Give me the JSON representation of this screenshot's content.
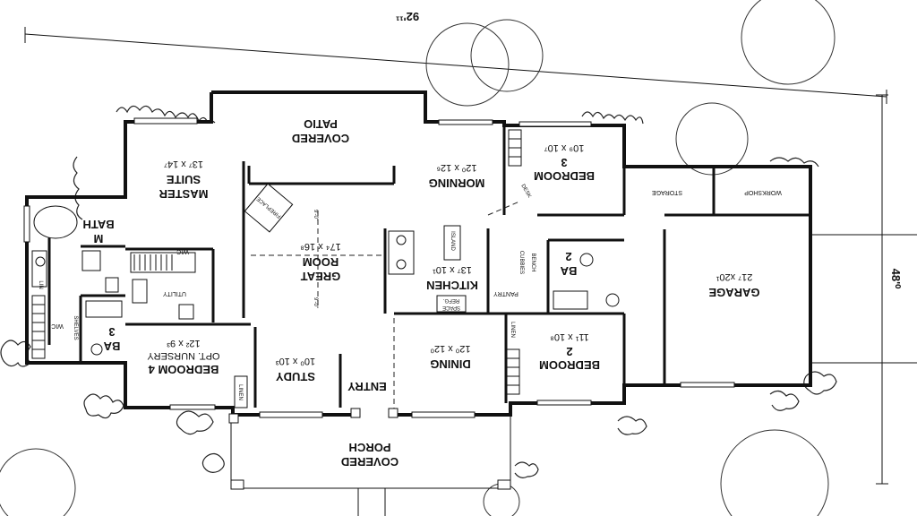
{
  "plan": {
    "overall_width": "92'¹¹",
    "overall_depth": "48'⁰"
  },
  "rooms": {
    "covered_patio": {
      "line1": "COVERED",
      "line2": "PATIO"
    },
    "master_suite": {
      "line1": "MASTER",
      "line2": "SUITE",
      "size": "13⁷ x 14⁷"
    },
    "morning": {
      "name": "MORNING",
      "size": "12⁰ x 12⁶"
    },
    "bedroom3": {
      "line1": "BEDROOM",
      "line2": "3",
      "size": "10⁹ x 10⁷"
    },
    "great_room": {
      "line1": "GREAT",
      "line2": "ROOM",
      "size": "17⁴ x 16⁸"
    },
    "kitchen": {
      "name": "KITCHEN",
      "size": "13⁷ x 10¹"
    },
    "m_bath": {
      "line1": "M",
      "line2": "BATH"
    },
    "ba2": {
      "line1": "BA",
      "line2": "2"
    },
    "garage": {
      "name": "GARAGE",
      "size": "21⁷ x20¹"
    },
    "ba3": {
      "line1": "BA",
      "line2": "3"
    },
    "bedroom4": {
      "line1": "BEDROOM 4",
      "line2": "OPT. NURSERY",
      "size": "12² x 9³"
    },
    "study": {
      "name": "STUDY",
      "size": "10⁰ x 10³"
    },
    "entry": {
      "name": "ENTRY"
    },
    "dining": {
      "name": "DINING",
      "size": "12⁰ x 12⁰"
    },
    "bedroom2": {
      "line1": "BEDROOM",
      "line2": "2",
      "size": "11¹ x 10⁸"
    },
    "covered_porch": {
      "line1": "COVERED",
      "line2": "PORCH"
    }
  },
  "labels": {
    "wic_master": "WIC",
    "utility": "UTILITY",
    "wic_bed4": "WIC",
    "storage": "STORAGE",
    "workshop": "WORKSHOP",
    "pantry": "PANTRY",
    "bench": "BENCH",
    "cubbies": "CUBBIES",
    "desk": "DESK",
    "fireplace": "FIREPLACE",
    "island": "ISLAND",
    "refg": "REFG.",
    "space": "SPACE",
    "ceiling_note_top": "9'-0\"",
    "ceiling_note_bottom": "9'-0\"",
    "closet_study": "LINEN",
    "closet_bed2": "LINEN",
    "shelves_bed4": "SHELVES",
    "linen_master": "LIN"
  }
}
